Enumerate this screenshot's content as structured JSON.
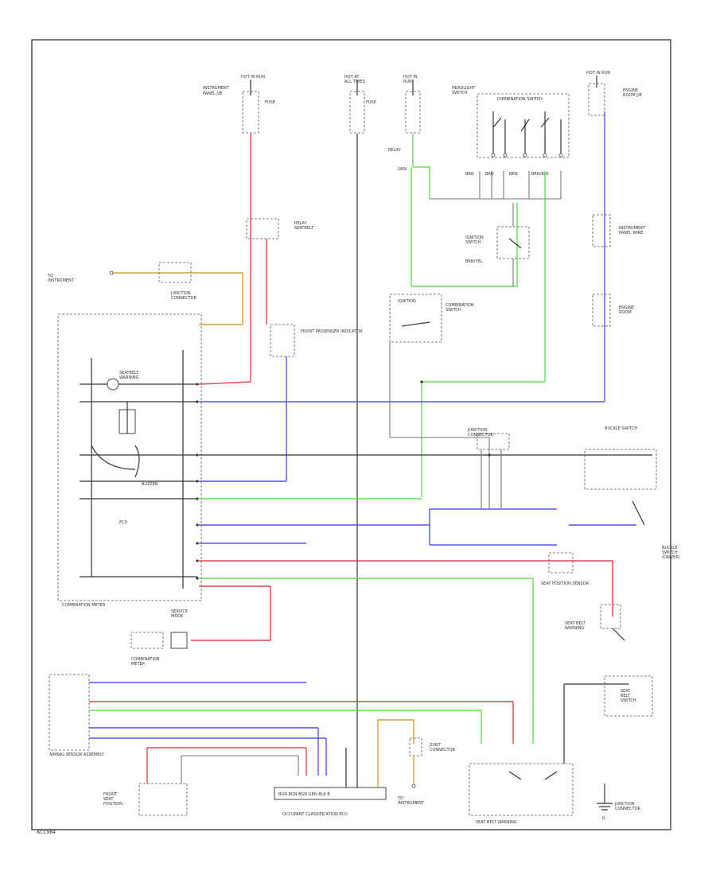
{
  "footer_code": "ACC9B4",
  "colors": {
    "red": "#e0454f",
    "blue": "#5555e6",
    "green": "#66dd55",
    "orange": "#d9a036",
    "black": "#333333"
  },
  "labels": {
    "combination_meter": "COMBINATION METER",
    "occupant_classification": "OCCUPANT CLASSIFICATION ECU",
    "seat_position_sensor": "SEAT POSITION SENSOR",
    "airbag_sensor": "AIRBAG SENSOR ASSEMBLY",
    "combination_switch": "COMBINATION SWITCH",
    "buckle_switch": "BUCKLE SWITCH",
    "front_passenger_indicator": "FRONT PASSENGER INDICATOR",
    "seatbelt_warning": "SEAT BELT WARNING",
    "ignition": "IGNITION",
    "hot_at_all_times": "HOT AT ALL TIMES",
    "hot_in_run": "HOT IN RUN",
    "instrument_panel": "INSTRUMENT PANEL J/B",
    "ground": "G"
  }
}
